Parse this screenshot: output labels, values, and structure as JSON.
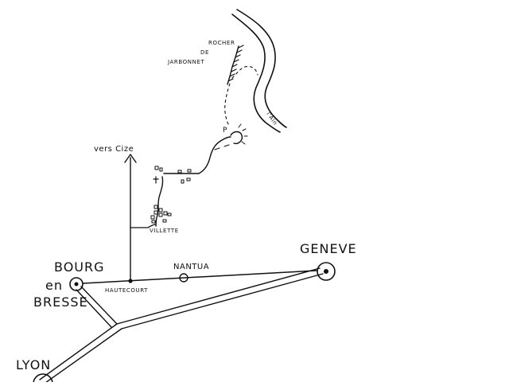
{
  "map": {
    "places": {
      "bourg_line1": "BOURG",
      "bourg_line2": "en",
      "bourg_line3": "BRESSE",
      "lyon": "LYON",
      "geneve": "GENEVE",
      "nantua": "NANTUA",
      "hautecourt": "HAUTECOURT",
      "villette": "VILLETTE",
      "vers_cize": "vers Cize",
      "rocher_line1": "ROCHER",
      "rocher_line2": "DE",
      "rocher_line3": "JARBONNET",
      "river": "l'Ain",
      "parking": "P"
    }
  }
}
